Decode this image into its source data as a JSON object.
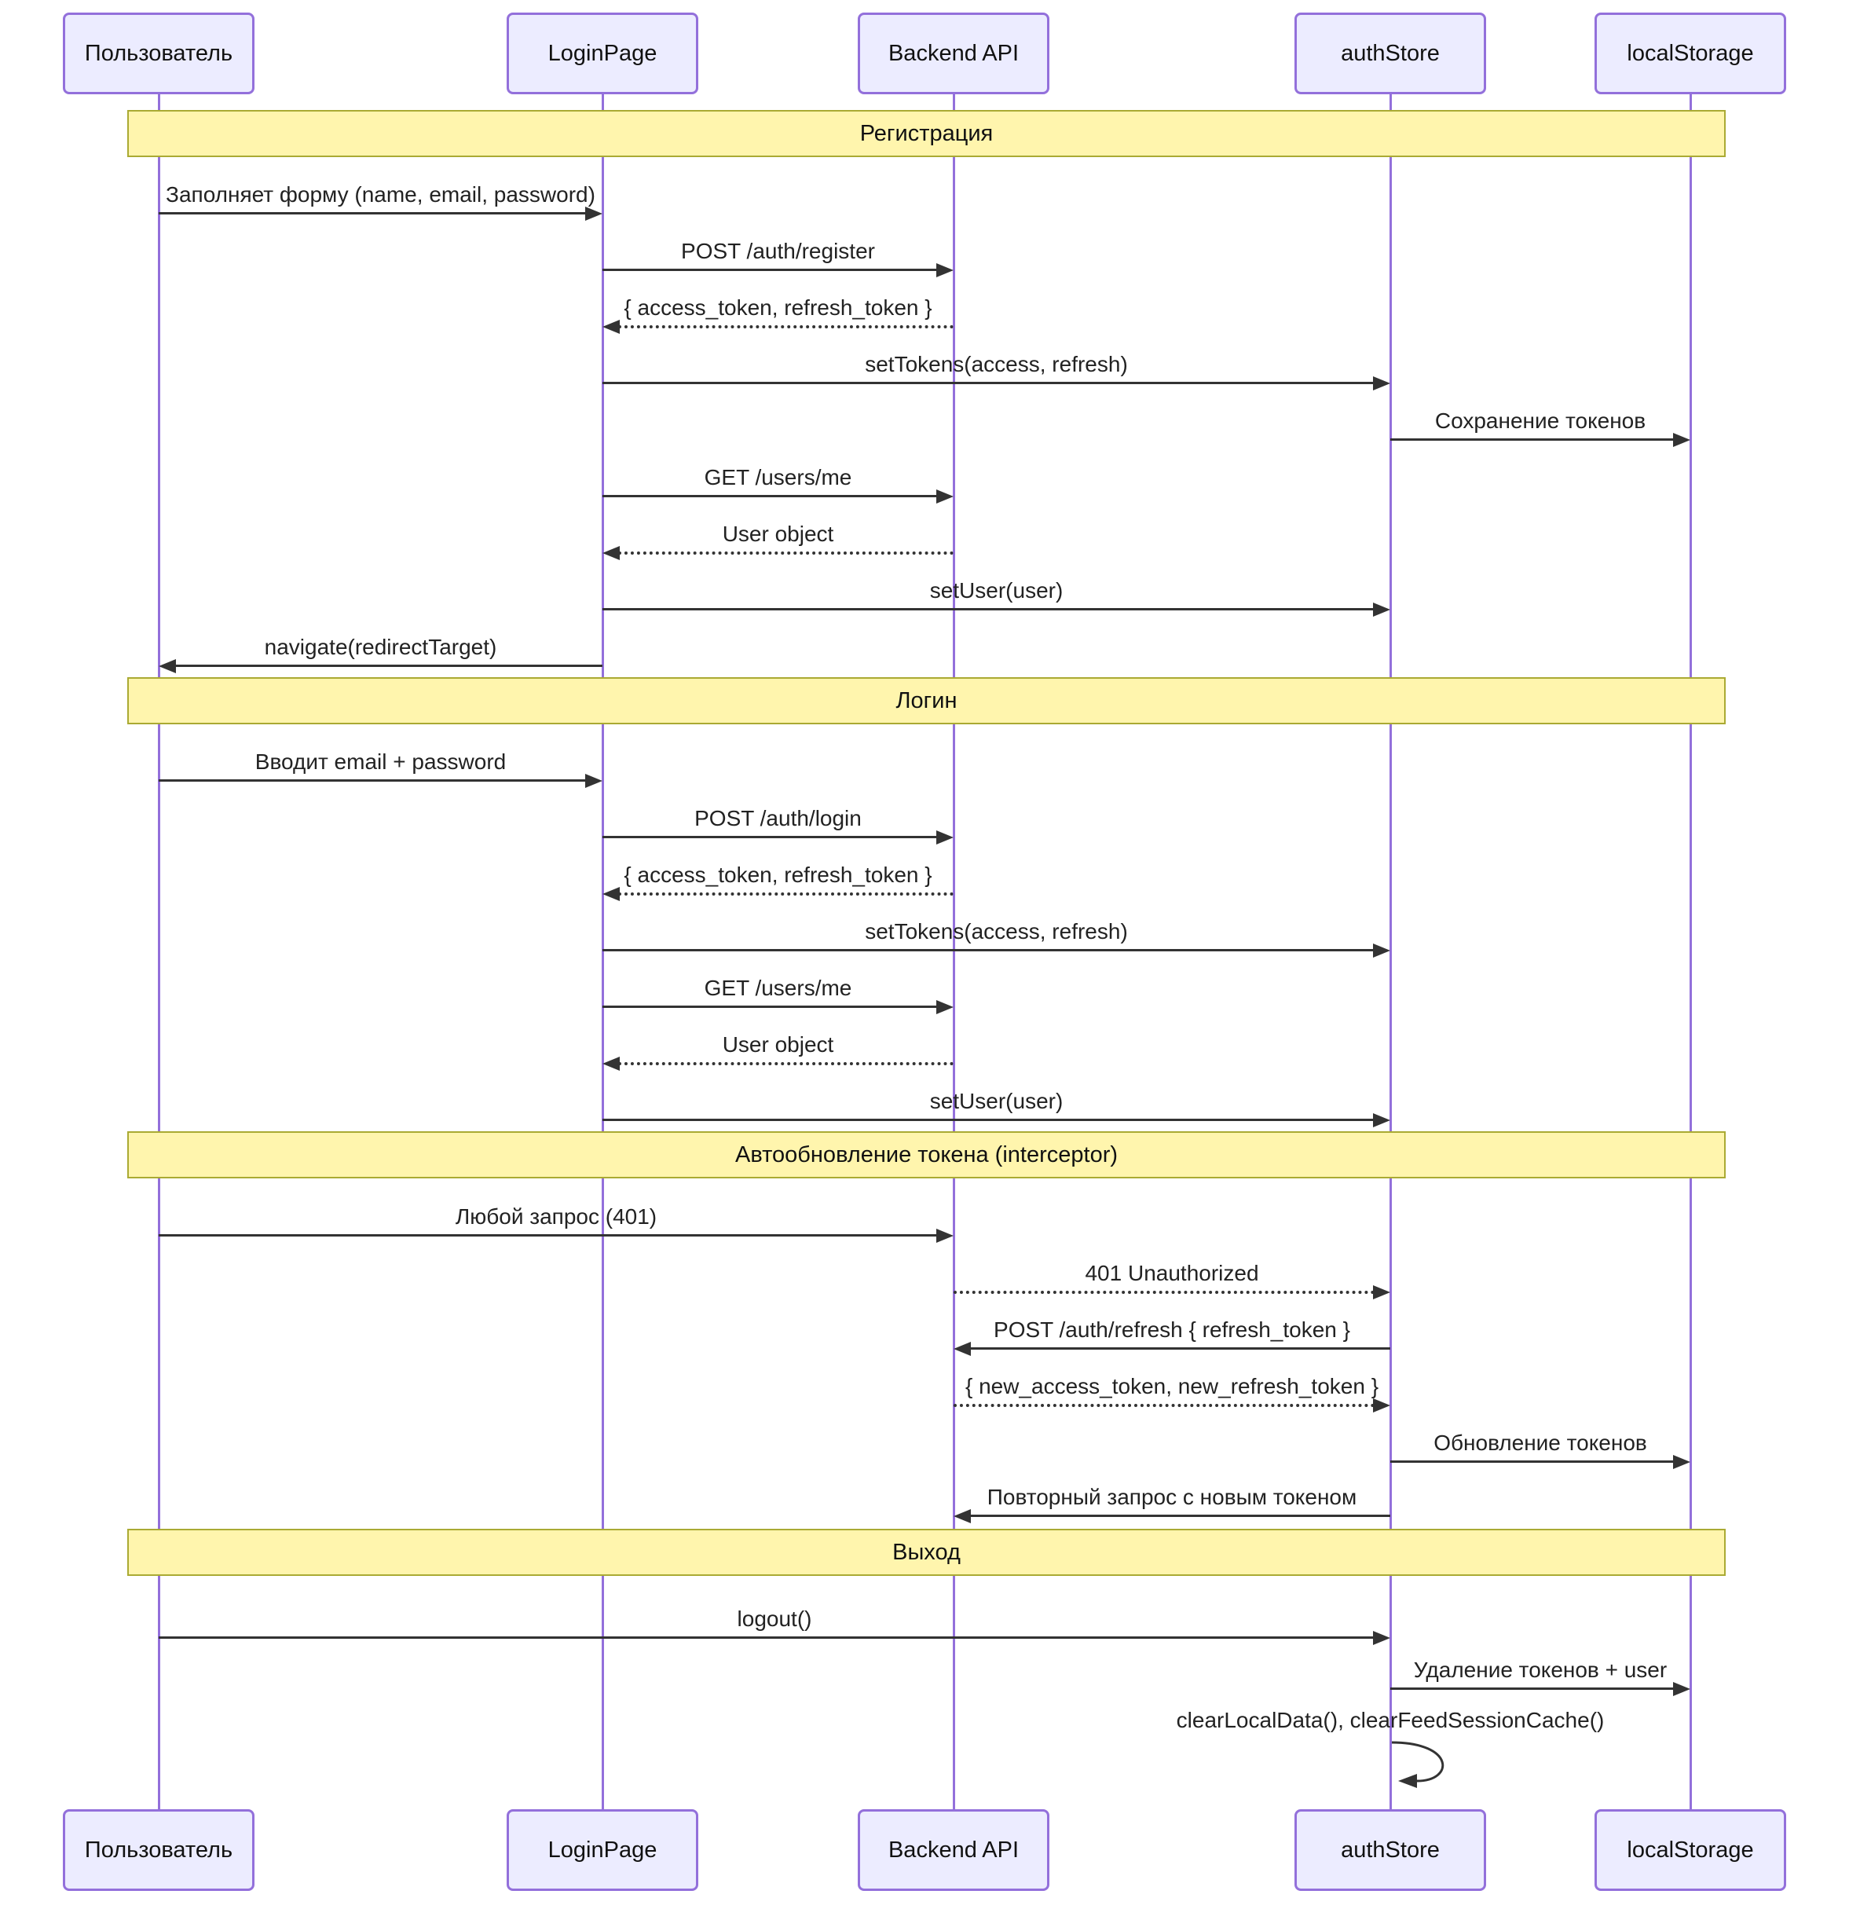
{
  "diagram": {
    "type": "sequence-diagram",
    "actors": [
      {
        "id": "user",
        "label": "Пользователь"
      },
      {
        "id": "login-page",
        "label": "LoginPage"
      },
      {
        "id": "backend-api",
        "label": "Backend API"
      },
      {
        "id": "auth-store",
        "label": "authStore"
      },
      {
        "id": "local-storage",
        "label": "localStorage"
      }
    ],
    "sections": [
      {
        "title": "Регистрация",
        "messages": [
          {
            "from": "user",
            "to": "login-page",
            "label": "Заполняет форму (name, email, password)",
            "line": "solid"
          },
          {
            "from": "login-page",
            "to": "backend-api",
            "label": "POST /auth/register",
            "line": "solid"
          },
          {
            "from": "backend-api",
            "to": "login-page",
            "label": "{ access_token, refresh_token }",
            "line": "dotted"
          },
          {
            "from": "login-page",
            "to": "auth-store",
            "label": "setTokens(access, refresh)",
            "line": "solid"
          },
          {
            "from": "auth-store",
            "to": "local-storage",
            "label": "Сохранение токенов",
            "line": "solid"
          },
          {
            "from": "login-page",
            "to": "backend-api",
            "label": "GET /users/me",
            "line": "solid"
          },
          {
            "from": "backend-api",
            "to": "login-page",
            "label": "User object",
            "line": "dotted"
          },
          {
            "from": "login-page",
            "to": "auth-store",
            "label": "setUser(user)",
            "line": "solid"
          },
          {
            "from": "login-page",
            "to": "user",
            "label": "navigate(redirectTarget)",
            "line": "solid"
          }
        ]
      },
      {
        "title": "Логин",
        "messages": [
          {
            "from": "user",
            "to": "login-page",
            "label": "Вводит email + password",
            "line": "solid"
          },
          {
            "from": "login-page",
            "to": "backend-api",
            "label": "POST /auth/login",
            "line": "solid"
          },
          {
            "from": "backend-api",
            "to": "login-page",
            "label": "{ access_token, refresh_token }",
            "line": "dotted"
          },
          {
            "from": "login-page",
            "to": "auth-store",
            "label": "setTokens(access, refresh)",
            "line": "solid"
          },
          {
            "from": "login-page",
            "to": "backend-api",
            "label": "GET /users/me",
            "line": "solid"
          },
          {
            "from": "backend-api",
            "to": "login-page",
            "label": "User object",
            "line": "dotted"
          },
          {
            "from": "login-page",
            "to": "auth-store",
            "label": "setUser(user)",
            "line": "solid"
          }
        ]
      },
      {
        "title": "Автообновление токена (interceptor)",
        "messages": [
          {
            "from": "user",
            "to": "backend-api",
            "label": "Любой запрос (401)",
            "line": "solid"
          },
          {
            "from": "backend-api",
            "to": "auth-store",
            "label": "401 Unauthorized",
            "line": "dotted"
          },
          {
            "from": "auth-store",
            "to": "backend-api",
            "label": "POST /auth/refresh { refresh_token }",
            "line": "solid"
          },
          {
            "from": "backend-api",
            "to": "auth-store",
            "label": "{ new_access_token, new_refresh_token }",
            "line": "dotted"
          },
          {
            "from": "auth-store",
            "to": "local-storage",
            "label": "Обновление токенов",
            "line": "solid"
          },
          {
            "from": "auth-store",
            "to": "backend-api",
            "label": "Повторный запрос с новым токеном",
            "line": "solid"
          }
        ]
      },
      {
        "title": "Выход",
        "messages": [
          {
            "from": "user",
            "to": "auth-store",
            "label": "logout()",
            "line": "solid"
          },
          {
            "from": "auth-store",
            "to": "local-storage",
            "label": "Удаление токенов + user",
            "line": "solid"
          },
          {
            "from": "auth-store",
            "to": "auth-store",
            "label": "clearLocalData(), clearFeedSessionCache()",
            "line": "solid",
            "self": true
          }
        ]
      }
    ],
    "colors": {
      "actor_fill": "#ECECFF",
      "actor_border": "#9370DB",
      "lifeline": "#9370DB",
      "band_fill": "#FFF5AD",
      "band_border": "#AAAA33",
      "arrow": "#333333",
      "text": "#111111"
    }
  }
}
